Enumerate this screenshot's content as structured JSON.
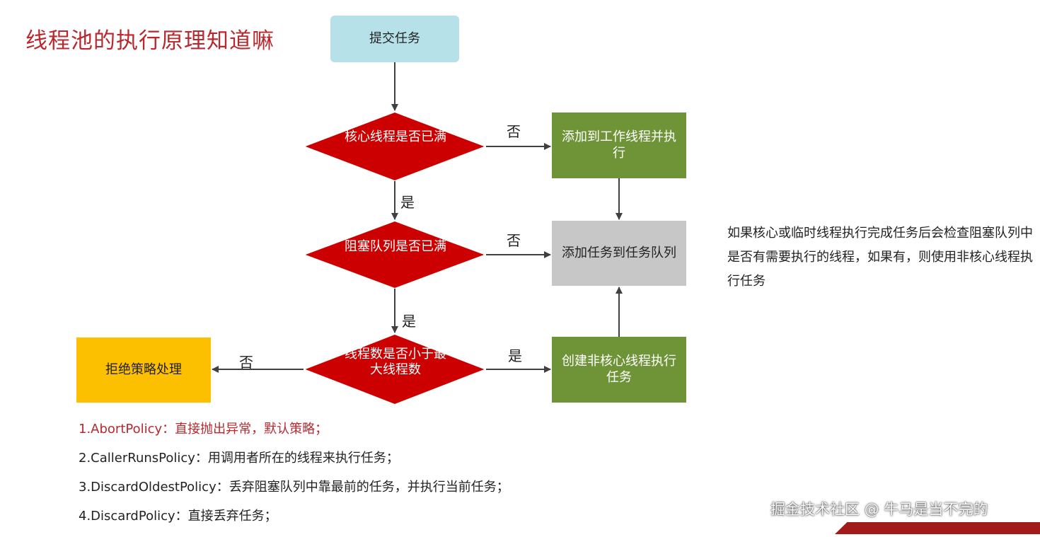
{
  "title": "线程池的执行原理知道嘛",
  "flow": {
    "submit": "提交任务",
    "decision_core": "核心线程是否已满",
    "decision_queue": "阻塞队列是否已满",
    "decision_max": "线程数是否小于最大线程数",
    "add_worker": "添加到工作线程并执行",
    "add_queue": "添加任务到任务队列",
    "create_non_core": "创建非核心线程执行任务",
    "reject": "拒绝策略处理",
    "label_no": "否",
    "label_yes": "是"
  },
  "side_note": "如果核心或临时线程执行完成任务后会检查阻塞队列中是否有需要执行的线程，如果有，则使用非核心线程执行任务",
  "policies": [
    "1.AbortPolicy：直接抛出异常，默认策略；",
    "2.CallerRunsPolicy：用调用者所在的线程来执行任务；",
    "3.DiscardOldestPolicy：丢弃阻塞队列中靠最前的任务，并执行当前任务；",
    "4.DiscardPolicy：直接丢弃任务；"
  ],
  "watermark": "掘金技术社区 @ 牛马是当不完的",
  "colors": {
    "title": "#b8282e",
    "diamond": "#cc0000",
    "green_box": "#6f9438",
    "queue_box": "#c7c7c7",
    "reject_box": "#fcc000",
    "submit_box": "#b7e1e8"
  }
}
